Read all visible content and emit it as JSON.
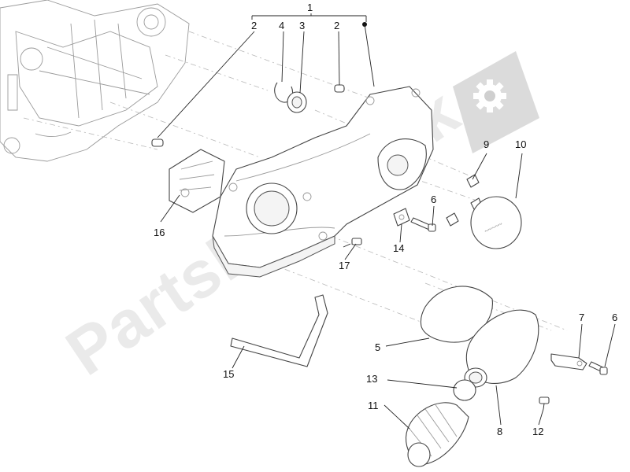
{
  "watermark": {
    "text": "PartsRepublik"
  },
  "callouts": {
    "c1": "1",
    "c2a": "2",
    "c2b": "2",
    "c3": "3",
    "c4": "4",
    "c5": "5",
    "c6a": "6",
    "c6b": "6",
    "c7": "7",
    "c8": "8",
    "c9": "9",
    "c10": "10",
    "c11": "11",
    "c12": "12",
    "c13": "13",
    "c14": "14",
    "c15": "15",
    "c16": "16",
    "c17": "17"
  },
  "colors": {
    "line": "#444444",
    "watermark": "#d9d9d9",
    "background": "#ffffff"
  },
  "icons": {
    "brand_logo": "gear-flag-icon"
  }
}
